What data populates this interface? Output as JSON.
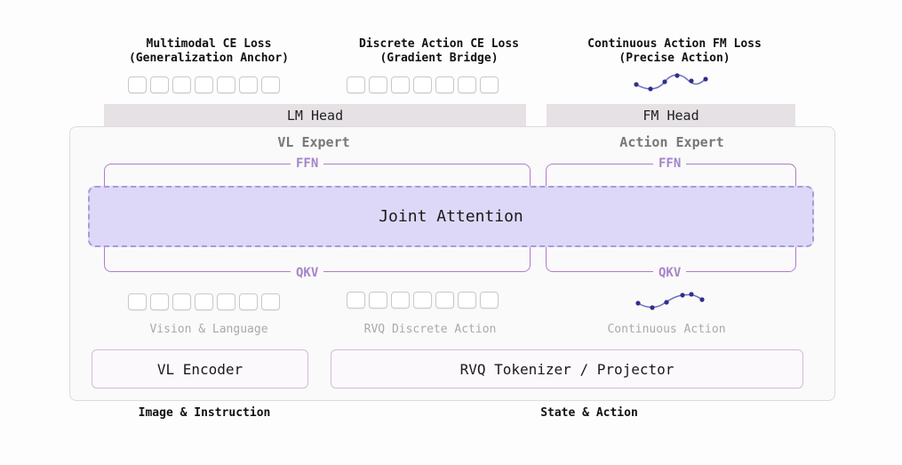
{
  "losses": {
    "multimodal": {
      "line1": "Multimodal CE Loss",
      "line2": "(Generalization Anchor)"
    },
    "discrete": {
      "line1": "Discrete Action CE Loss",
      "line2": "(Gradient Bridge)"
    },
    "continuous": {
      "line1": "Continuous Action FM Loss",
      "line2": "(Precise Action)"
    }
  },
  "heads": {
    "lm": "LM Head",
    "fm": "FM Head"
  },
  "experts": {
    "vl": "VL Expert",
    "action": "Action Expert"
  },
  "ffn_label": "FFN",
  "qkv_label": "QKV",
  "joint_attention": "Joint Attention",
  "inputs": {
    "vision_language": "Vision & Language",
    "rvq_discrete": "RVQ Discrete Action",
    "continuous": "Continuous Action"
  },
  "encoders": {
    "vl": "VL Encoder",
    "rvq": "RVQ Tokenizer / Projector"
  },
  "bottom": {
    "image_instruction": "Image & Instruction",
    "state_action": "State & Action"
  },
  "colors": {
    "accent_purple": "#b07cc8",
    "joint_fill": "#ddd8f7",
    "curve_dot": "#2f2f8a"
  }
}
